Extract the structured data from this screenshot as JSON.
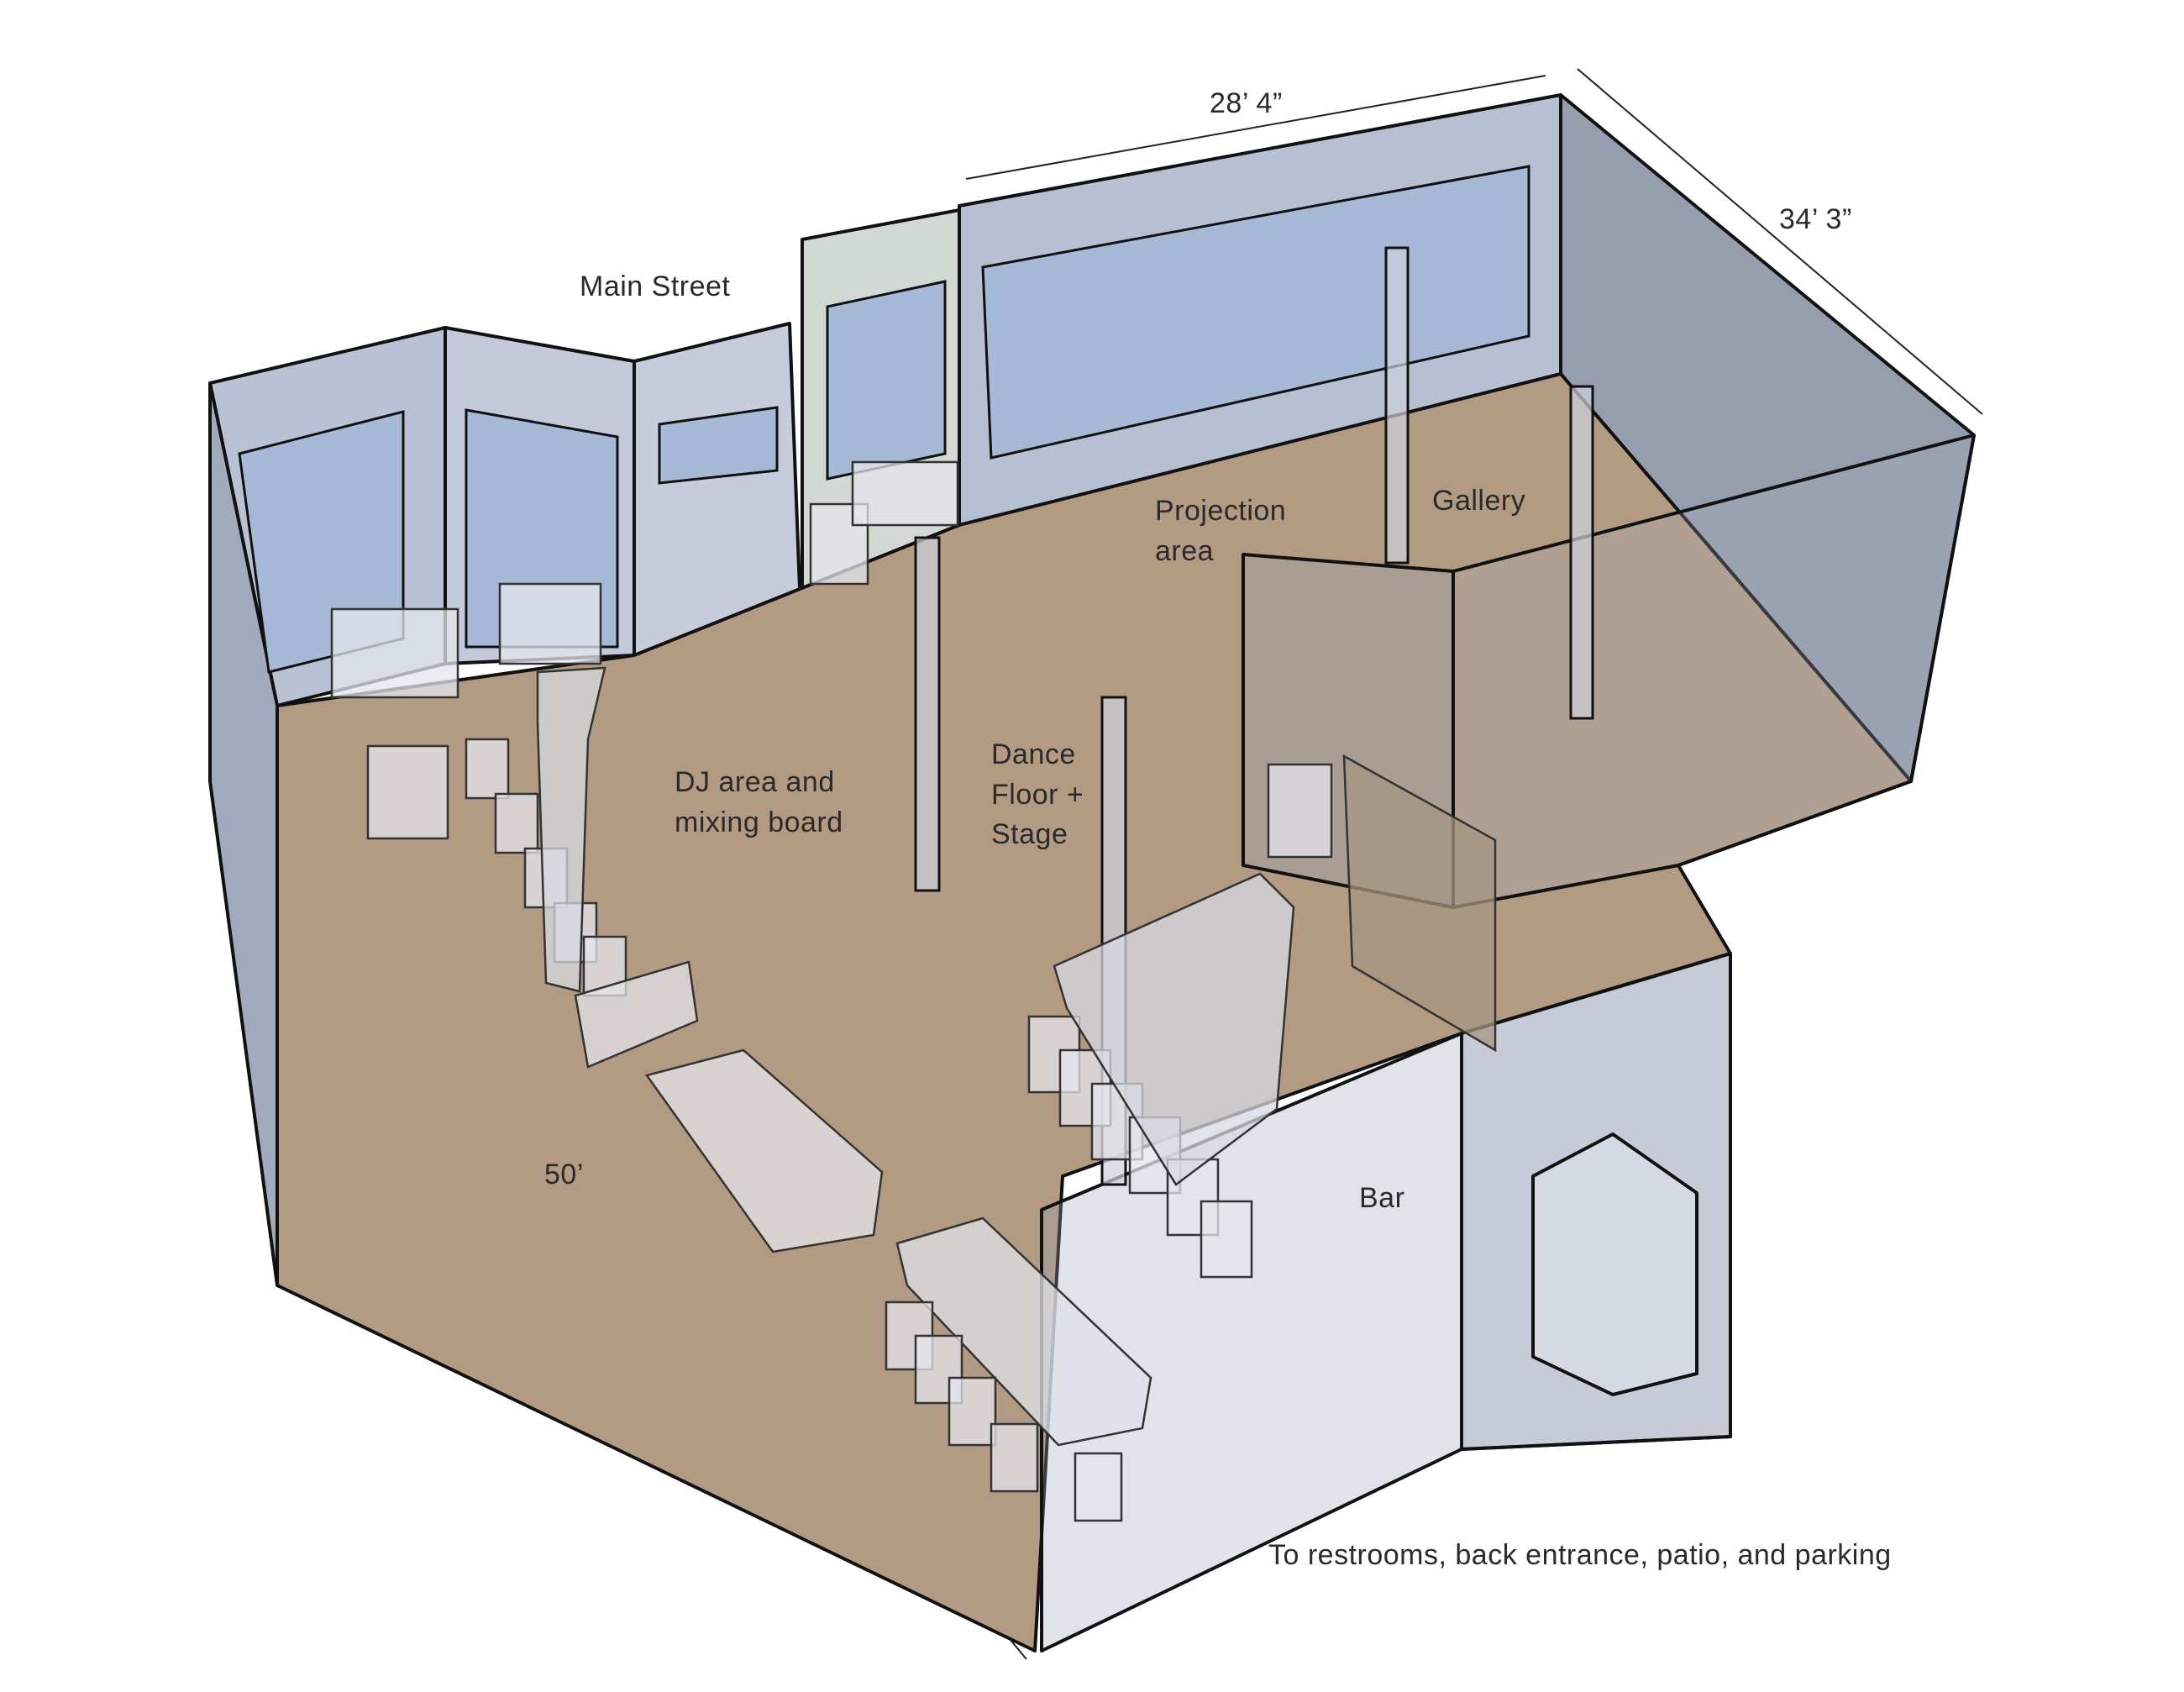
{
  "labels": {
    "street": "Main Street",
    "width_dim": "28’ 4”",
    "depth_dim": "34’ 3”",
    "length_dim": "50’",
    "projection": "Projection\narea",
    "gallery": "Gallery",
    "dj": "DJ area and\nmixing board",
    "dance": "Dance\nFloor +\nStage",
    "bar": "Bar",
    "exit": "To restrooms, back entrance, patio, and parking"
  },
  "colors": {
    "floor": "#b59a80",
    "wall": "#b7bfd2",
    "window": "#a9bcd8",
    "outline": "#111111",
    "furniture": "#e6e8ee"
  }
}
